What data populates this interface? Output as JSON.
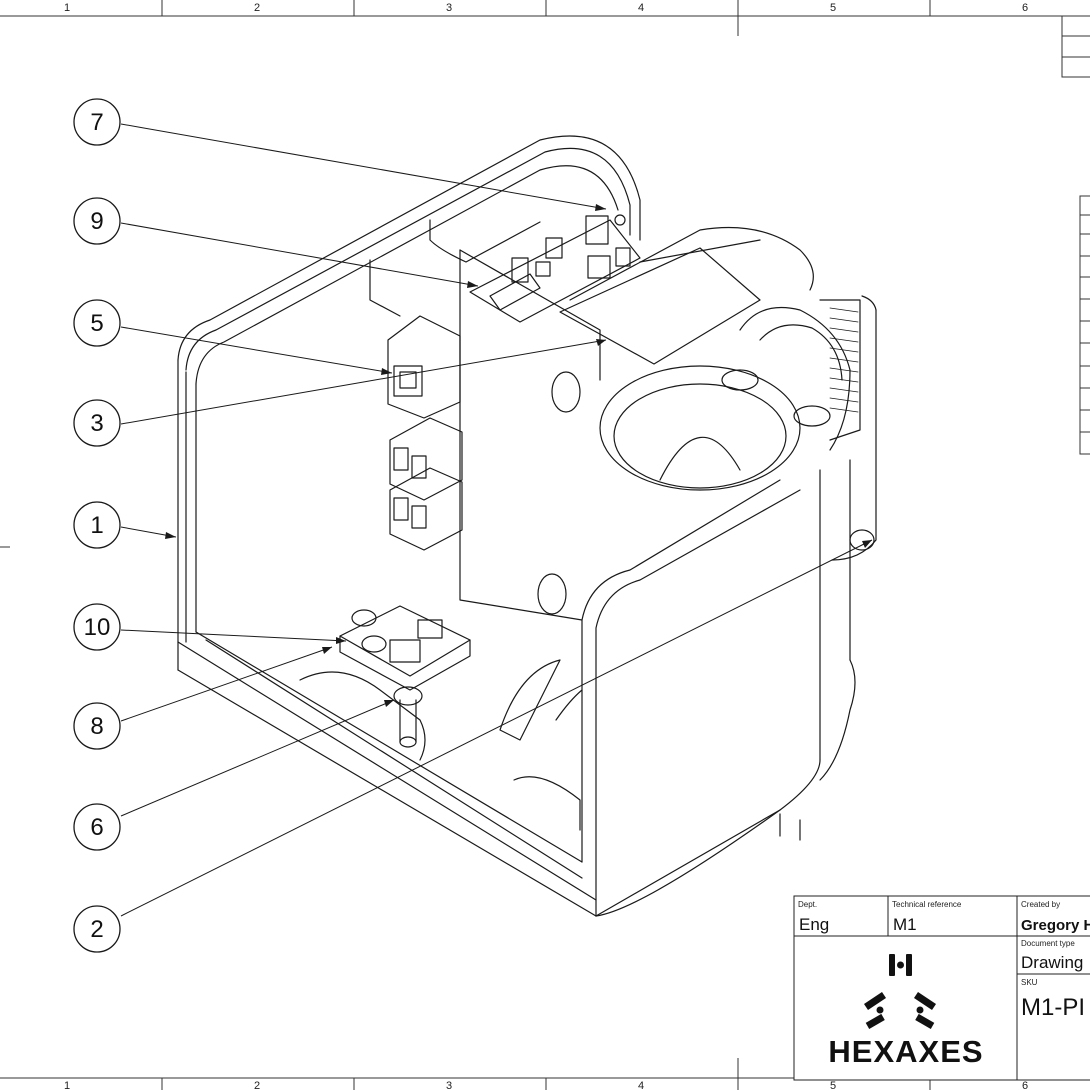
{
  "zones": {
    "top": [
      "1",
      "2",
      "3",
      "4",
      "5",
      "6"
    ],
    "bottom": [
      "1",
      "2",
      "3",
      "4",
      "5",
      "6"
    ]
  },
  "callouts": [
    {
      "id": "callout-7",
      "label": "7"
    },
    {
      "id": "callout-9",
      "label": "9"
    },
    {
      "id": "callout-5",
      "label": "5"
    },
    {
      "id": "callout-3",
      "label": "3"
    },
    {
      "id": "callout-1",
      "label": "1"
    },
    {
      "id": "callout-10",
      "label": "10"
    },
    {
      "id": "callout-8",
      "label": "8"
    },
    {
      "id": "callout-6",
      "label": "6"
    },
    {
      "id": "callout-2",
      "label": "2"
    }
  ],
  "title_block": {
    "dept_label": "Dept.",
    "dept_value": "Eng",
    "techref_label": "Technical reference",
    "techref_value": "M1",
    "created_label": "Created by",
    "created_value": "Gregory H",
    "doctype_label": "Document type",
    "doctype_value": "Drawing",
    "sku_label": "SKU",
    "sku_value": "M1-PI",
    "logo_text": "HEXAXES"
  }
}
